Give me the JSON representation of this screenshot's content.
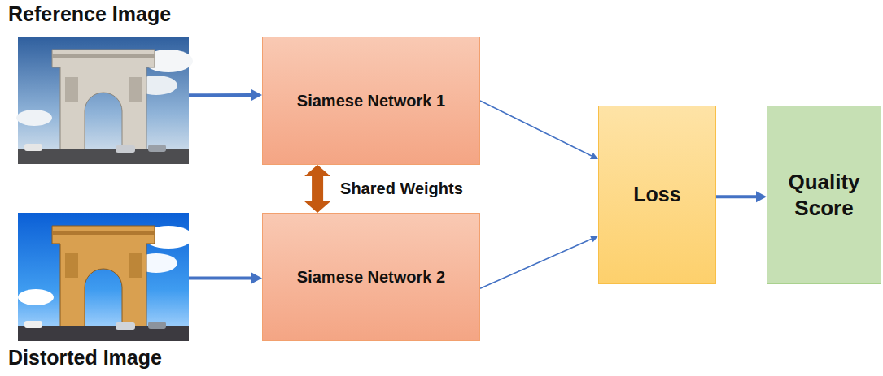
{
  "diagram": {
    "nodes": [
      {
        "text": [
          "Reference Image"
        ]
      },
      {
        "text": [
          "Siamese Network 1"
        ]
      },
      {
        "text": [
          "Siamese Network 2"
        ]
      },
      {
        "text": [
          "Distorted Image"
        ]
      },
      {
        "text": [
          "Loss"
        ]
      },
      {
        "text": [
          "Quality Score"
        ]
      }
    ],
    "edges": [
      {
        "from": 0,
        "to": 1,
        "arrow": "to"
      },
      {
        "from": 3,
        "to": 2,
        "arrow": "to"
      },
      {
        "from": 1,
        "to": 4,
        "arrow": "to"
      },
      {
        "from": 2,
        "to": 4,
        "arrow": "to"
      },
      {
        "from": 4,
        "to": 5,
        "arrow": "to"
      },
      {
        "from": 1,
        "to": 2,
        "label": "Shared Weights",
        "arrow": "both"
      }
    ]
  }
}
